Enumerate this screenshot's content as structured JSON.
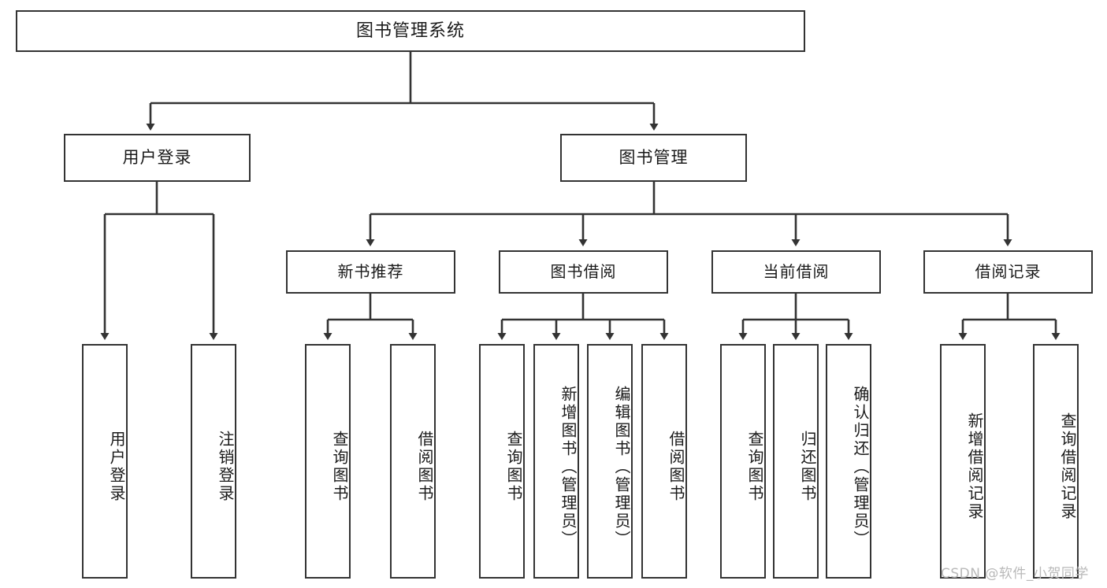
{
  "diagram": {
    "title": "图书管理系统",
    "type": "functional-structure-tree",
    "root": {
      "label": "图书管理系统"
    },
    "level2": [
      {
        "label": "用户登录"
      },
      {
        "label": "图书管理"
      }
    ],
    "level3": [
      {
        "label": "新书推荐"
      },
      {
        "label": "图书借阅"
      },
      {
        "label": "当前借阅"
      },
      {
        "label": "借阅记录"
      }
    ],
    "leaves": {
      "user_login": [
        {
          "label": "用户登录"
        },
        {
          "label": "注销登录"
        }
      ],
      "new_book_recommend": [
        {
          "label": "查询图书"
        },
        {
          "label": "借阅图书"
        }
      ],
      "book_borrow": [
        {
          "label": "查询图书"
        },
        {
          "label": "新增图书（管理员）"
        },
        {
          "label": "编辑图书（管理员）"
        },
        {
          "label": "借阅图书"
        }
      ],
      "current_borrow": [
        {
          "label": "查询图书"
        },
        {
          "label": "归还图书"
        },
        {
          "label": "确认归还（管理员）"
        }
      ],
      "borrow_record": [
        {
          "label": "新增借阅记录"
        },
        {
          "label": "查询借阅记录"
        }
      ]
    }
  },
  "watermark": {
    "text": "CSDN @软件_小贺同学"
  },
  "colors": {
    "border": "#333333",
    "text": "#1a1a1a",
    "background": "#ffffff",
    "watermark": "#b9b9b9"
  }
}
